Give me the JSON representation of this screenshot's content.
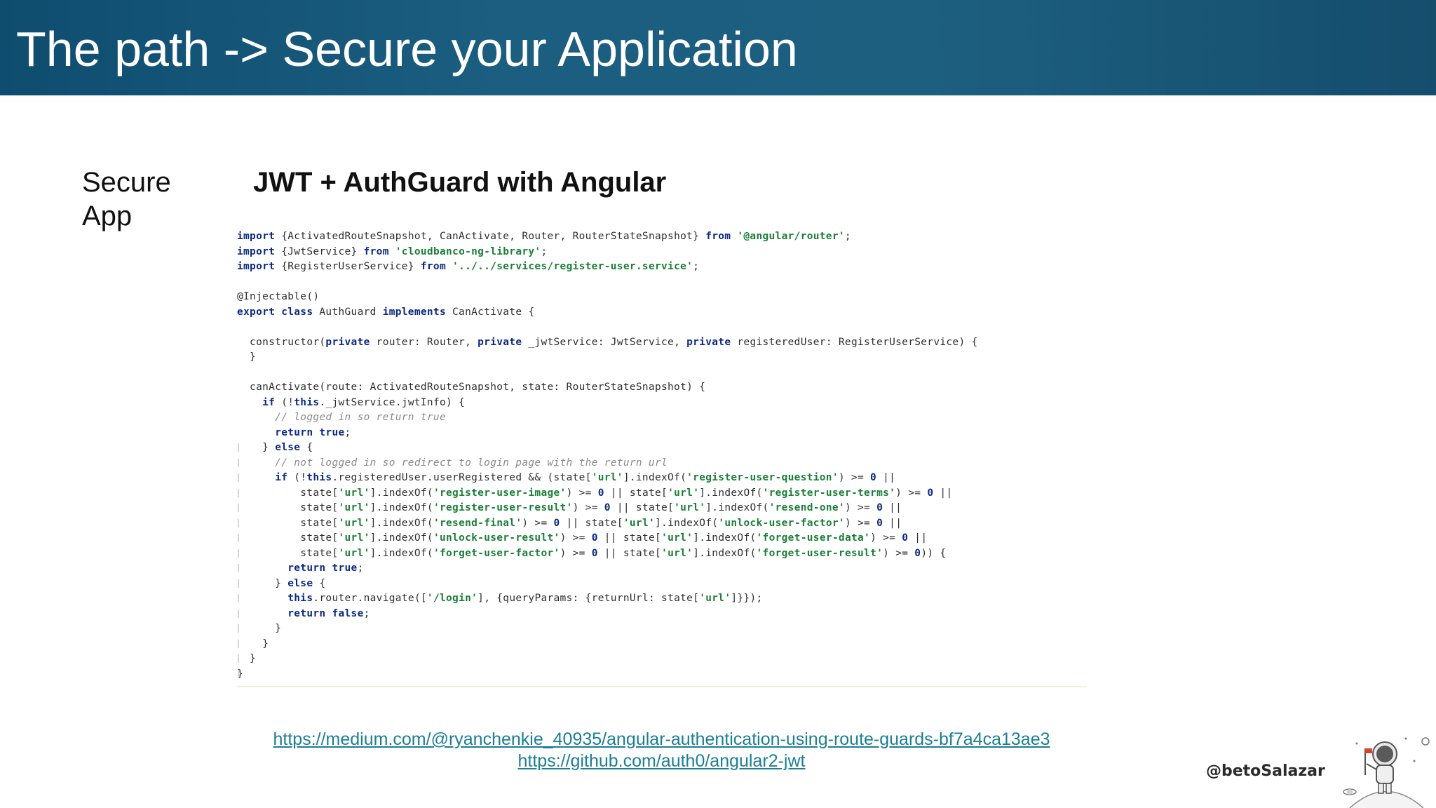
{
  "header": {
    "title": "The path -> Secure your Application",
    "background_color": "#1b5e80"
  },
  "sidebar": {
    "label_line1": "Secure",
    "label_line2": "App"
  },
  "slide": {
    "subtitle": "JWT + AuthGuard with Angular"
  },
  "code_screenshot": {
    "lines": [
      [
        [
          "k",
          "import"
        ],
        [
          "p",
          " {"
        ],
        [
          "p",
          "ActivatedRouteSnapshot, CanActivate, Router, RouterStateSnapshot} "
        ],
        [
          "k",
          "from"
        ],
        [
          "p",
          " "
        ],
        [
          "s",
          "'@angular/router'"
        ],
        [
          "p",
          ";"
        ]
      ],
      [
        [
          "k",
          "import"
        ],
        [
          "p",
          " {JwtService} "
        ],
        [
          "k",
          "from"
        ],
        [
          "p",
          " "
        ],
        [
          "s",
          "'cloudbanco-ng-library'"
        ],
        [
          "p",
          ";"
        ]
      ],
      [
        [
          "k",
          "import"
        ],
        [
          "p",
          " {RegisterUserService} "
        ],
        [
          "k",
          "from"
        ],
        [
          "p",
          " "
        ],
        [
          "s",
          "'../../services/register-user.service'"
        ],
        [
          "p",
          ";"
        ]
      ],
      [],
      [
        [
          "p",
          "@Injectable()"
        ]
      ],
      [
        [
          "k",
          "export class"
        ],
        [
          "p",
          " AuthGuard "
        ],
        [
          "k",
          "implements"
        ],
        [
          "p",
          " CanActivate {"
        ]
      ],
      [],
      [
        [
          "p",
          "  constructor("
        ],
        [
          "k",
          "private"
        ],
        [
          "p",
          " router: Router, "
        ],
        [
          "k",
          "private"
        ],
        [
          "p",
          " _jwtService: JwtService, "
        ],
        [
          "k",
          "private"
        ],
        [
          "p",
          " registeredUser: RegisterUserService) {"
        ]
      ],
      [
        [
          "p",
          "  }"
        ]
      ],
      [],
      [
        [
          "p",
          "  canActivate(route: ActivatedRouteSnapshot, state: RouterStateSnapshot) {"
        ]
      ],
      [
        [
          "p",
          "    "
        ],
        [
          "k",
          "if"
        ],
        [
          "p",
          " (!"
        ],
        [
          "k",
          "this"
        ],
        [
          "p",
          "._jwtService.jwtInfo) {"
        ]
      ],
      [
        [
          "c",
          "      // logged in so return true"
        ]
      ],
      [
        [
          "p",
          "      "
        ],
        [
          "k",
          "return true"
        ],
        [
          "p",
          ";"
        ]
      ],
      [
        [
          "p",
          "    } "
        ],
        [
          "k",
          "else"
        ],
        [
          "p",
          " {"
        ]
      ],
      [
        [
          "c",
          "      // not logged in so redirect to login page with the return url"
        ]
      ],
      [
        [
          "p",
          "      "
        ],
        [
          "k",
          "if"
        ],
        [
          "p",
          " (!"
        ],
        [
          "k",
          "this"
        ],
        [
          "p",
          ".registeredUser.userRegistered && (state["
        ],
        [
          "s",
          "'url'"
        ],
        [
          "p",
          "].indexOf("
        ],
        [
          "s",
          "'register-user-question'"
        ],
        [
          "p",
          ") >= "
        ],
        [
          "k",
          "0"
        ],
        [
          "p",
          " ||"
        ]
      ],
      [
        [
          "p",
          "          state["
        ],
        [
          "s",
          "'url'"
        ],
        [
          "p",
          "].indexOf("
        ],
        [
          "s",
          "'register-user-image'"
        ],
        [
          "p",
          ") >= "
        ],
        [
          "k",
          "0"
        ],
        [
          "p",
          " || state["
        ],
        [
          "s",
          "'url'"
        ],
        [
          "p",
          "].indexOf("
        ],
        [
          "s",
          "'register-user-terms'"
        ],
        [
          "p",
          ") >= "
        ],
        [
          "k",
          "0"
        ],
        [
          "p",
          " ||"
        ]
      ],
      [
        [
          "p",
          "          state["
        ],
        [
          "s",
          "'url'"
        ],
        [
          "p",
          "].indexOf("
        ],
        [
          "s",
          "'register-user-result'"
        ],
        [
          "p",
          ") >= "
        ],
        [
          "k",
          "0"
        ],
        [
          "p",
          " || state["
        ],
        [
          "s",
          "'url'"
        ],
        [
          "p",
          "].indexOf("
        ],
        [
          "s",
          "'resend-one'"
        ],
        [
          "p",
          ") >= "
        ],
        [
          "k",
          "0"
        ],
        [
          "p",
          " ||"
        ]
      ],
      [
        [
          "p",
          "          state["
        ],
        [
          "s",
          "'url'"
        ],
        [
          "p",
          "].indexOf("
        ],
        [
          "s",
          "'resend-final'"
        ],
        [
          "p",
          ") >= "
        ],
        [
          "k",
          "0"
        ],
        [
          "p",
          " || state["
        ],
        [
          "s",
          "'url'"
        ],
        [
          "p",
          "].indexOf("
        ],
        [
          "s",
          "'unlock-user-factor'"
        ],
        [
          "p",
          ") >= "
        ],
        [
          "k",
          "0"
        ],
        [
          "p",
          " ||"
        ]
      ],
      [
        [
          "p",
          "          state["
        ],
        [
          "s",
          "'url'"
        ],
        [
          "p",
          "].indexOf("
        ],
        [
          "s",
          "'unlock-user-result'"
        ],
        [
          "p",
          ") >= "
        ],
        [
          "k",
          "0"
        ],
        [
          "p",
          " || state["
        ],
        [
          "s",
          "'url'"
        ],
        [
          "p",
          "].indexOf("
        ],
        [
          "s",
          "'forget-user-data'"
        ],
        [
          "p",
          ") >= "
        ],
        [
          "k",
          "0"
        ],
        [
          "p",
          " ||"
        ]
      ],
      [
        [
          "p",
          "          state["
        ],
        [
          "s",
          "'url'"
        ],
        [
          "p",
          "].indexOf("
        ],
        [
          "s",
          "'forget-user-factor'"
        ],
        [
          "p",
          ") >= "
        ],
        [
          "k",
          "0"
        ],
        [
          "p",
          " || state["
        ],
        [
          "s",
          "'url'"
        ],
        [
          "p",
          "].indexOf("
        ],
        [
          "s",
          "'forget-user-result'"
        ],
        [
          "p",
          ") >= "
        ],
        [
          "k",
          "0"
        ],
        [
          "p",
          ")) {"
        ]
      ],
      [
        [
          "p",
          "        "
        ],
        [
          "k",
          "return true"
        ],
        [
          "p",
          ";"
        ]
      ],
      [
        [
          "p",
          "      } "
        ],
        [
          "k",
          "else"
        ],
        [
          "p",
          " {"
        ]
      ],
      [
        [
          "p",
          "        "
        ],
        [
          "k",
          "this"
        ],
        [
          "p",
          ".router.navigate(["
        ],
        [
          "s",
          "'/login'"
        ],
        [
          "p",
          "], {queryParams: {returnUrl: state["
        ],
        [
          "s",
          "'url'"
        ],
        [
          "p",
          "]}});"
        ]
      ],
      [
        [
          "p",
          "        "
        ],
        [
          "k",
          "return false"
        ],
        [
          "p",
          ";"
        ]
      ],
      [
        [
          "p",
          "      }"
        ]
      ],
      [
        [
          "p",
          "    }"
        ]
      ],
      [
        [
          "p",
          "  }"
        ]
      ],
      [
        [
          "p",
          "}"
        ]
      ]
    ]
  },
  "links": {
    "medium": "https://medium.com/@ryanchenkie_40935/angular-authentication-using-route-guards-bf7a4ca13ae3",
    "github": "https://github.com/auth0/angular2-jwt"
  },
  "footer": {
    "handle": "@betoSalazar",
    "mascot_icon": "astronaut-on-moon-icon"
  }
}
